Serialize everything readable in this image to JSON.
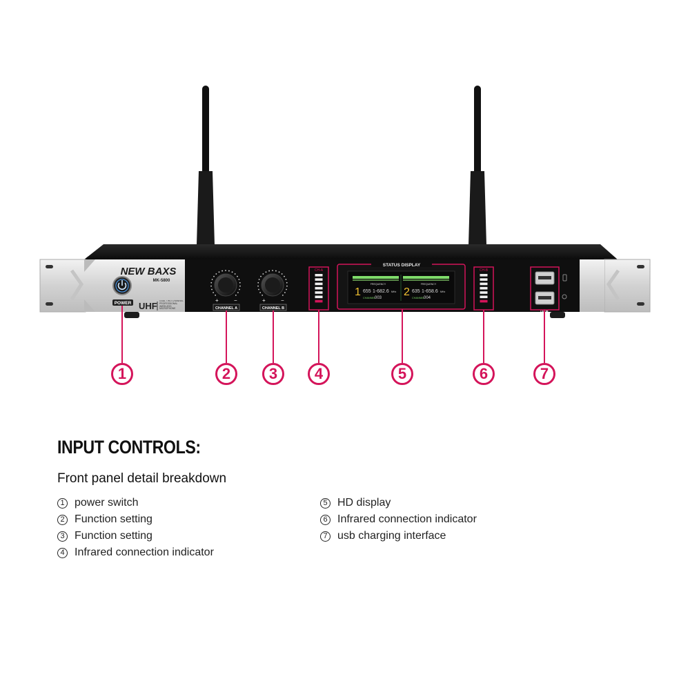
{
  "device": {
    "brand": "NEW BAXS",
    "model": "MK-5800",
    "band": "UHF",
    "band_caption": "DUAL TWO CHANNEL PROFESSIONAL WIRELESS MICROPHONE",
    "power_label": "POWER",
    "channel_a_label": "CHANNEL A",
    "channel_b_label": "CHANNEL B",
    "display_title": "STATUS DISPLAY",
    "frequency_label": "FREQUENCY",
    "channel_label": "CHANNEL",
    "ch1": {
      "index": "1",
      "code": "655",
      "freq": "1-682.6",
      "unit": "MHz",
      "channel": "003"
    },
    "ch2": {
      "index": "2",
      "code": "635",
      "freq": "1-658.6",
      "unit": "MHz",
      "channel": "004"
    },
    "ir_a_label": "CH-A",
    "ir_b_label": "CH-B",
    "usb_label": "USB"
  },
  "callouts": [
    "1",
    "2",
    "3",
    "4",
    "5",
    "6",
    "7"
  ],
  "section": {
    "heading": "INPUT CONTROLS:",
    "subtitle": "Front panel detail breakdown"
  },
  "legend": {
    "left": [
      {
        "num": "1",
        "text": "power switch"
      },
      {
        "num": "2",
        "text": "Function setting"
      },
      {
        "num": "3",
        "text": "Function setting"
      },
      {
        "num": "4",
        "text": "Infrared connection indicator"
      }
    ],
    "right": [
      {
        "num": "5",
        "text": "HD display"
      },
      {
        "num": "6",
        "text": "Infrared connection indicator"
      },
      {
        "num": "7",
        "text": "usb charging interface"
      }
    ]
  },
  "colors": {
    "accent": "#d4145a",
    "panel": "#101010",
    "silver": "#d9d9d9",
    "lcd_green": "#7fdc6a",
    "lcd_yellow": "#f1c232",
    "lcd_blue": "#8fd3ff"
  }
}
